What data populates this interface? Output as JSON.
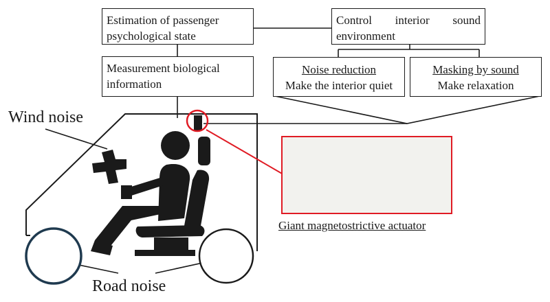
{
  "boxes": {
    "estimation": {
      "lines": [
        "Estimation of passenger",
        "psychological state"
      ]
    },
    "control": {
      "lines": [
        "Control interior sound",
        "environment"
      ]
    },
    "measurement": {
      "lines": [
        "Measurement biological",
        "information"
      ]
    },
    "noise_reduction": {
      "title": "Noise reduction",
      "subtitle": "Make the interior quiet"
    },
    "masking": {
      "title": "Masking by sound",
      "subtitle": "Make relaxation"
    }
  },
  "labels": {
    "wind_noise": "Wind noise",
    "road_noise": "Road noise",
    "actuator": "Giant magnetostrictive actuator"
  },
  "colors": {
    "ink": "#1a1a1a",
    "highlight": "#e01b24",
    "front_wheel": "#1f3a4f",
    "actuator_body": "#b8862f"
  },
  "icons": {
    "passenger": "seated-person-icon",
    "steering_wheel": "steering-wheel-icon",
    "actuator_photo": "actuator-photo-icon"
  }
}
